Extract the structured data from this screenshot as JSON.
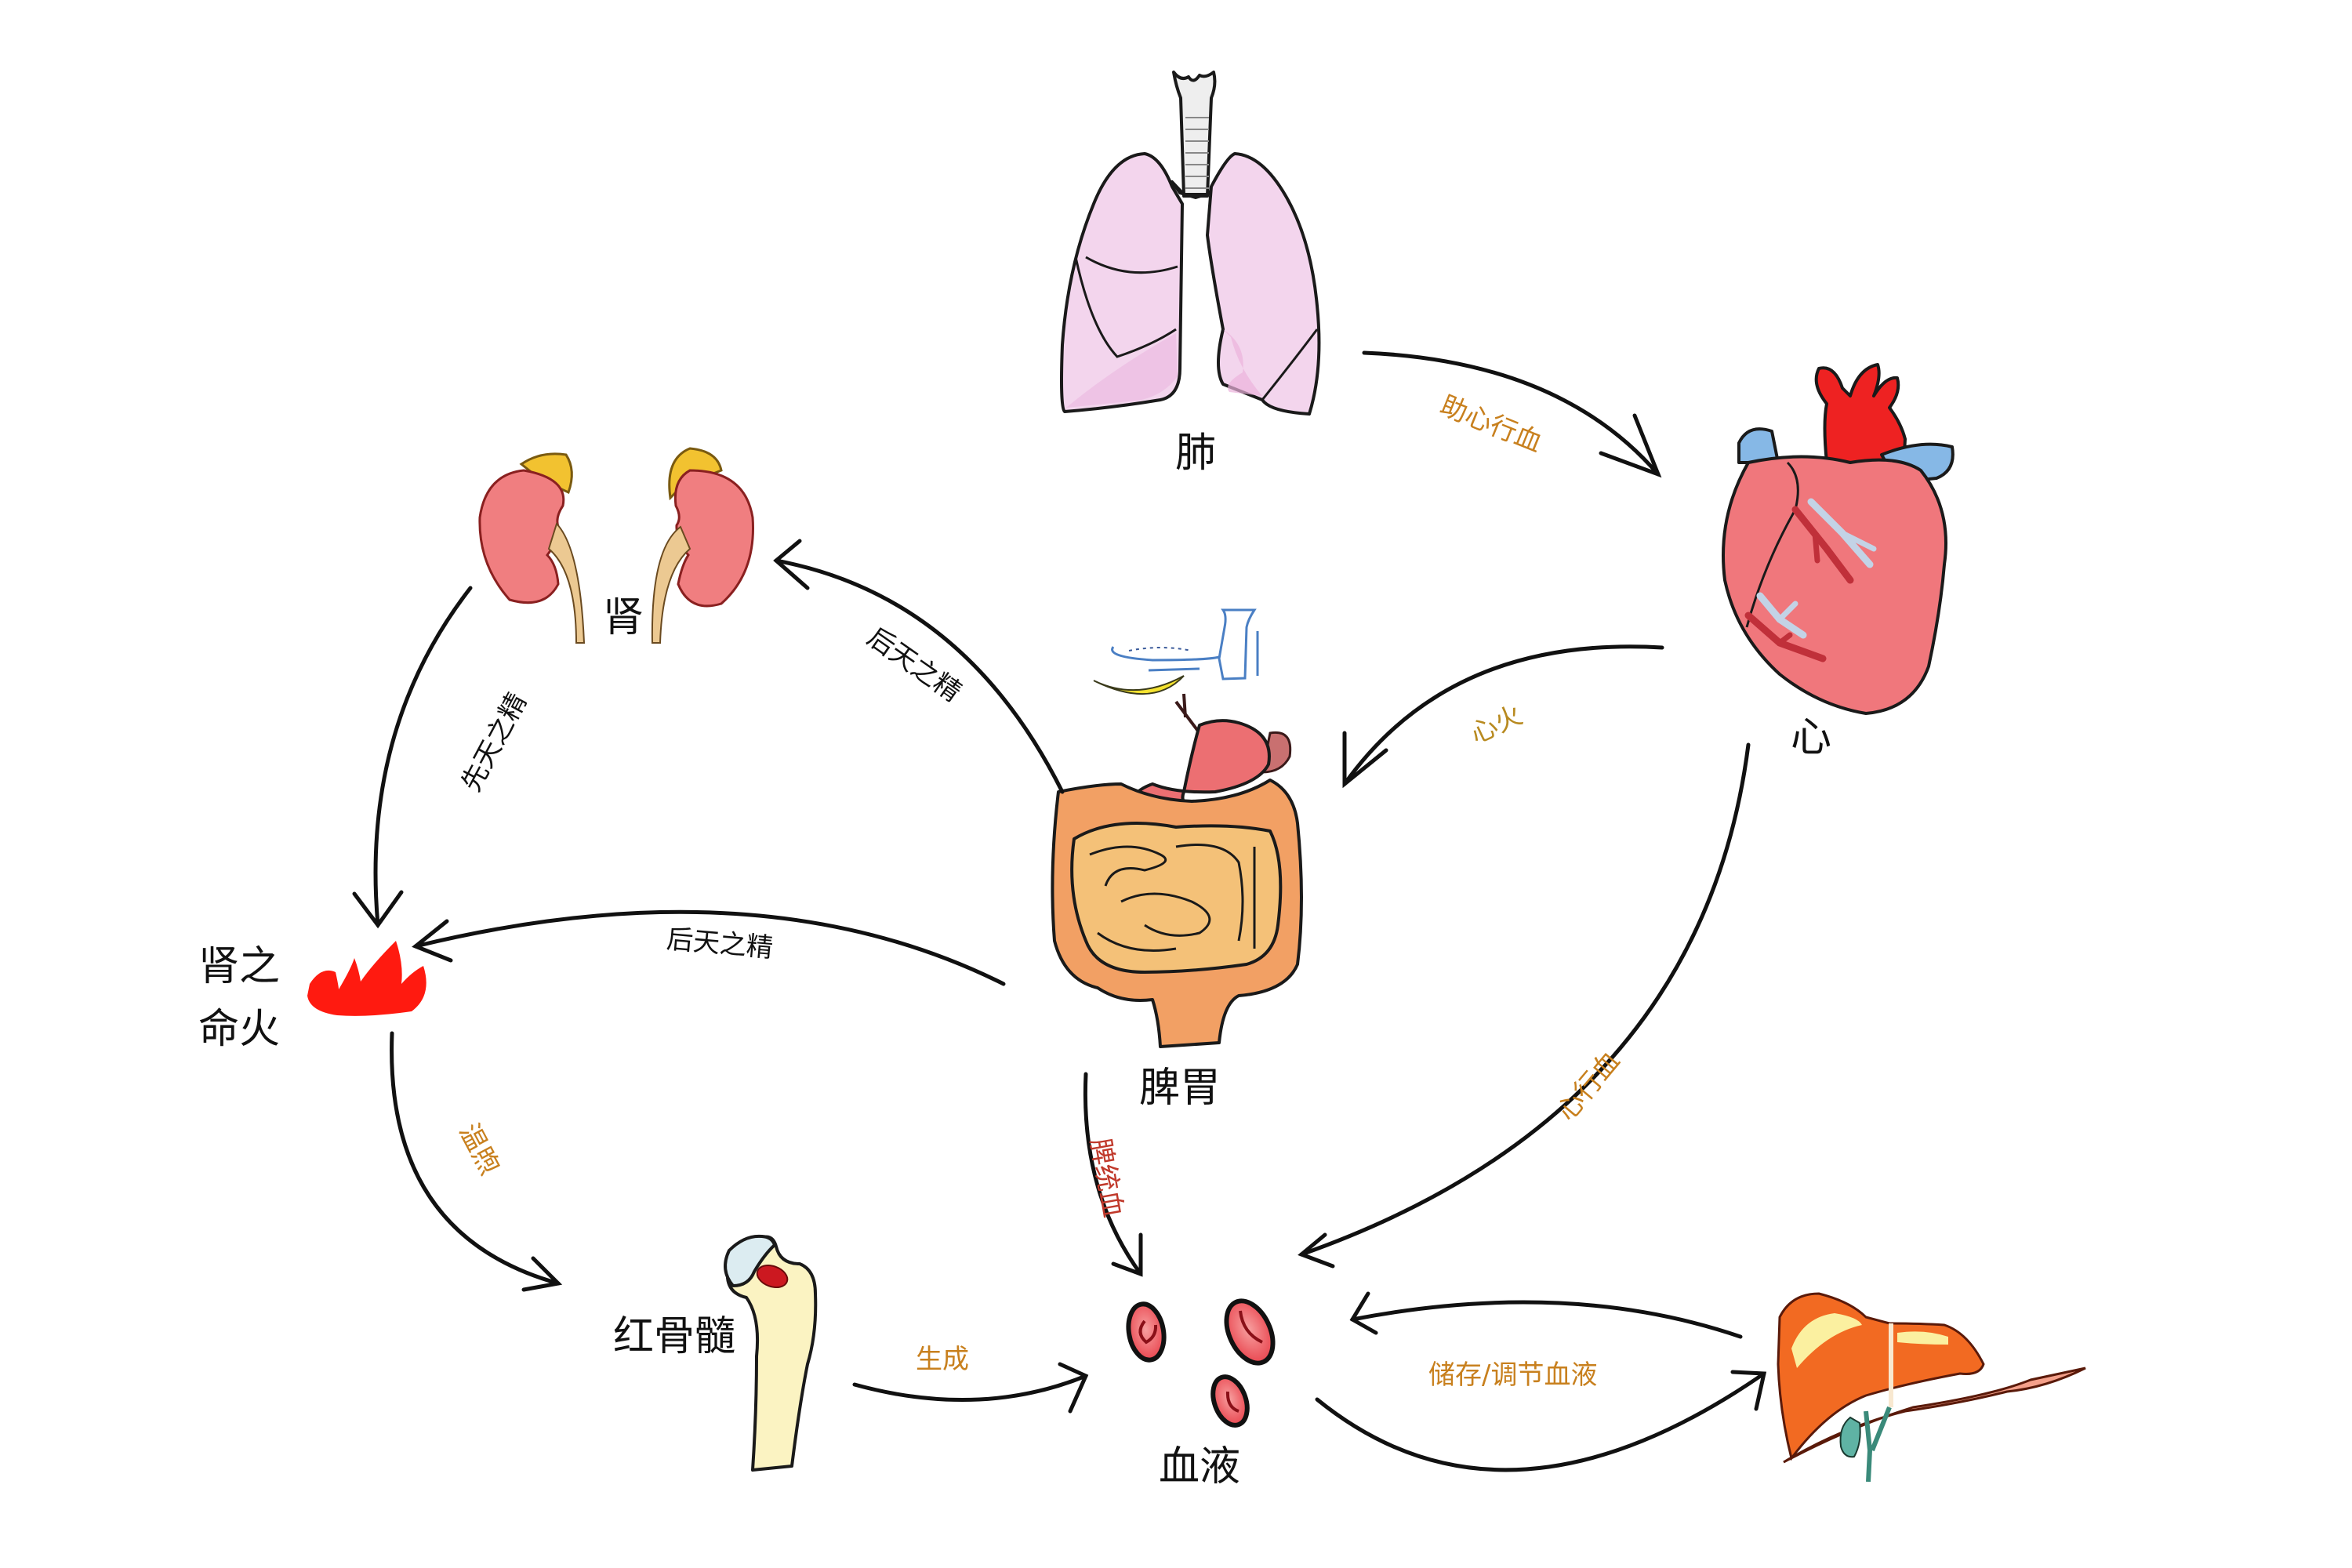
{
  "title": "脏腑与血液生成关系图",
  "colors": {
    "edge_label_orange": "#c8801e",
    "edge_label_red": "#c0392b",
    "edge_label_black": "#111111",
    "fire_red": "#ff1a10",
    "lung_pink": "#f3d3ec",
    "heart_red": "#f0686e",
    "aorta_red": "#ee2222",
    "vein_blue": "#86b8e6",
    "kidney_pink": "#f07e80",
    "adrenal_yellow": "#f2c230",
    "intestine_orange": "#f2a064",
    "stomach_pink": "#ec6f72",
    "liver_orange": "#f26a22",
    "bone_cream": "#fbf3c2",
    "blood_cell_red": "#ea4a52"
  },
  "nodes": {
    "lung": {
      "label": "肺",
      "icon": "lungs-icon"
    },
    "heart": {
      "label": "心",
      "icon": "heart-icon"
    },
    "kidney": {
      "label": "肾",
      "icon": "kidneys-icon"
    },
    "spleen_stomach": {
      "label": "脾胃",
      "icon": "digestive-system-icon"
    },
    "kidney_fire": {
      "label_line1": "肾之",
      "label_line2": "命火",
      "icon": "flame-icon"
    },
    "red_bone_marrow": {
      "label": "红骨髓",
      "icon": "bone-icon"
    },
    "blood": {
      "label": "血液",
      "icon": "blood-cells-icon"
    },
    "liver": {
      "label": "",
      "icon": "liver-icon"
    },
    "food": {
      "icon": "food-plate-icon"
    }
  },
  "edges": [
    {
      "from": "肺",
      "to": "心",
      "label": "助心行血",
      "color": "orange"
    },
    {
      "from": "心",
      "to": "脾胃",
      "label": "心火",
      "color": "orange"
    },
    {
      "from": "心",
      "to": "血液",
      "label": "心行血",
      "color": "orange"
    },
    {
      "from": "脾胃",
      "to": "肾",
      "label": "后天之精",
      "color": "black"
    },
    {
      "from": "肾",
      "to": "肾之命火",
      "label": "先天之精",
      "color": "black"
    },
    {
      "from": "脾胃",
      "to": "肾之命火",
      "label": "后天之精",
      "color": "black"
    },
    {
      "from": "肾之命火",
      "to": "红骨髓",
      "label": "温煦",
      "color": "orange"
    },
    {
      "from": "脾胃",
      "to": "血液",
      "label": "脾统血",
      "color": "red"
    },
    {
      "from": "红骨髓",
      "to": "血液",
      "label": "生成",
      "color": "orange"
    },
    {
      "from": "血液",
      "to": "肝",
      "label": "储存/调节血液",
      "color": "orange"
    },
    {
      "from": "肝",
      "to": "血液",
      "label": "",
      "color": "black"
    }
  ]
}
